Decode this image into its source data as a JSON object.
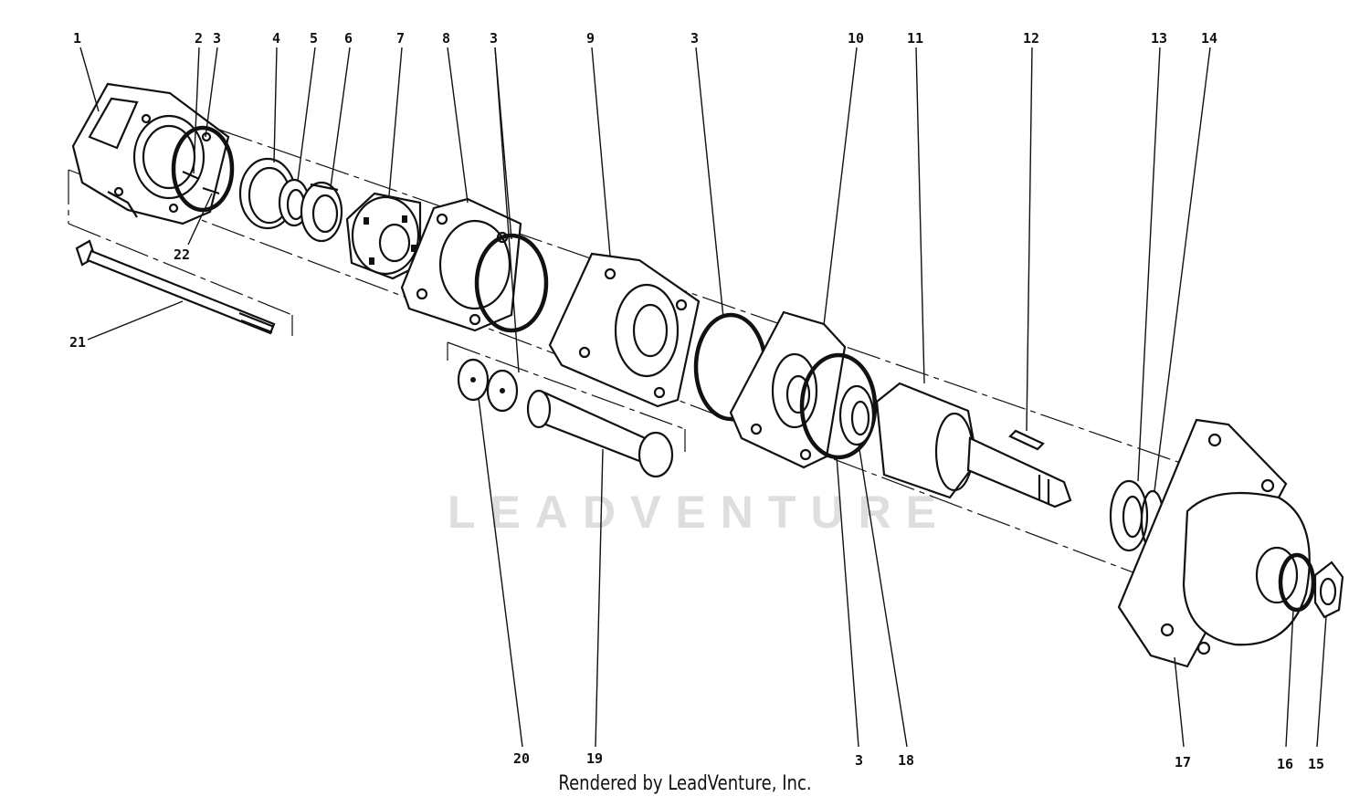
{
  "diagram": {
    "callouts": [
      {
        "id": "c1",
        "text": "1"
      },
      {
        "id": "c2",
        "text": "2"
      },
      {
        "id": "c3a",
        "text": "3"
      },
      {
        "id": "c4",
        "text": "4"
      },
      {
        "id": "c5",
        "text": "5"
      },
      {
        "id": "c6",
        "text": "6"
      },
      {
        "id": "c7",
        "text": "7"
      },
      {
        "id": "c8",
        "text": "8"
      },
      {
        "id": "c3b",
        "text": "3"
      },
      {
        "id": "c9",
        "text": "9"
      },
      {
        "id": "c3c",
        "text": "3"
      },
      {
        "id": "c10",
        "text": "10"
      },
      {
        "id": "c11",
        "text": "11"
      },
      {
        "id": "c12",
        "text": "12"
      },
      {
        "id": "c13",
        "text": "13"
      },
      {
        "id": "c14",
        "text": "14"
      },
      {
        "id": "c22",
        "text": "22"
      },
      {
        "id": "c21",
        "text": "21"
      },
      {
        "id": "c20",
        "text": "20"
      },
      {
        "id": "c19",
        "text": "19"
      },
      {
        "id": "c3d",
        "text": "3"
      },
      {
        "id": "c18",
        "text": "18"
      },
      {
        "id": "c17",
        "text": "17"
      },
      {
        "id": "c16",
        "text": "16"
      },
      {
        "id": "c15",
        "text": "15"
      }
    ],
    "watermark": "LEADVENTURE"
  },
  "footer": {
    "credit": "Rendered by LeadVenture, Inc."
  }
}
